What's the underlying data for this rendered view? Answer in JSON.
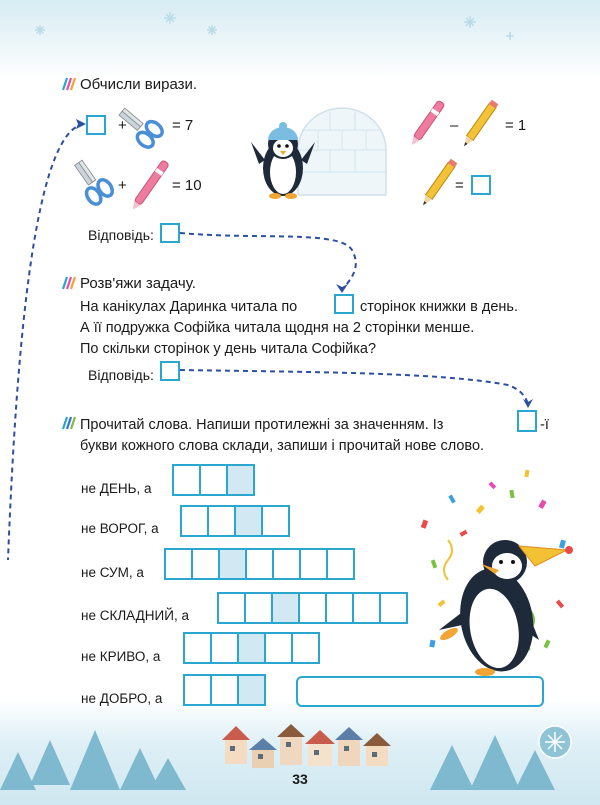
{
  "colors": {
    "accent": "#2aa7cf",
    "highlight": "#d2e8f2",
    "dashes": "#2c4fa0"
  },
  "task1": {
    "heading": "Обчисли вирази.",
    "eq1": {
      "op": "+",
      "result": "= 7"
    },
    "eq2": {
      "op": "+",
      "result": "= 10"
    },
    "eq3": {
      "op": "–",
      "result": "= 1"
    },
    "eq4": {
      "result": "="
    },
    "answer_label": "Відповідь:"
  },
  "task2": {
    "heading": "Розв'яжи задачу.",
    "line1a": "На канікулах Даринка читала по",
    "line1b": "сторінок книжки в день.",
    "line2": "А її подружка Софійка читала щодня на 2 сторінки менше.",
    "line3": "По скільки сторінок у день читала Софійка?",
    "answer_label": "Відповідь:"
  },
  "task3": {
    "line1a": "Прочитай слова. Напиши протилежні за значенням. Із",
    "line1b": "-ї",
    "line2": "букви кожного слова склади, запиши і прочитай нове слово.",
    "rows": [
      {
        "label": "не ДЕНЬ, а",
        "cells": 3,
        "hl": 2
      },
      {
        "label": "не ВОРОГ, а",
        "cells": 4,
        "hl": 2
      },
      {
        "label": "не СУМ, а",
        "cells": 7,
        "hl": 2
      },
      {
        "label": "не СКЛАДНИЙ, а",
        "cells": 7,
        "hl": 2
      },
      {
        "label": "не КРИВО, а",
        "cells": 5,
        "hl": 2
      },
      {
        "label": "не ДОБРО, а",
        "cells": 3,
        "hl": 2
      }
    ]
  },
  "page_number": "33"
}
